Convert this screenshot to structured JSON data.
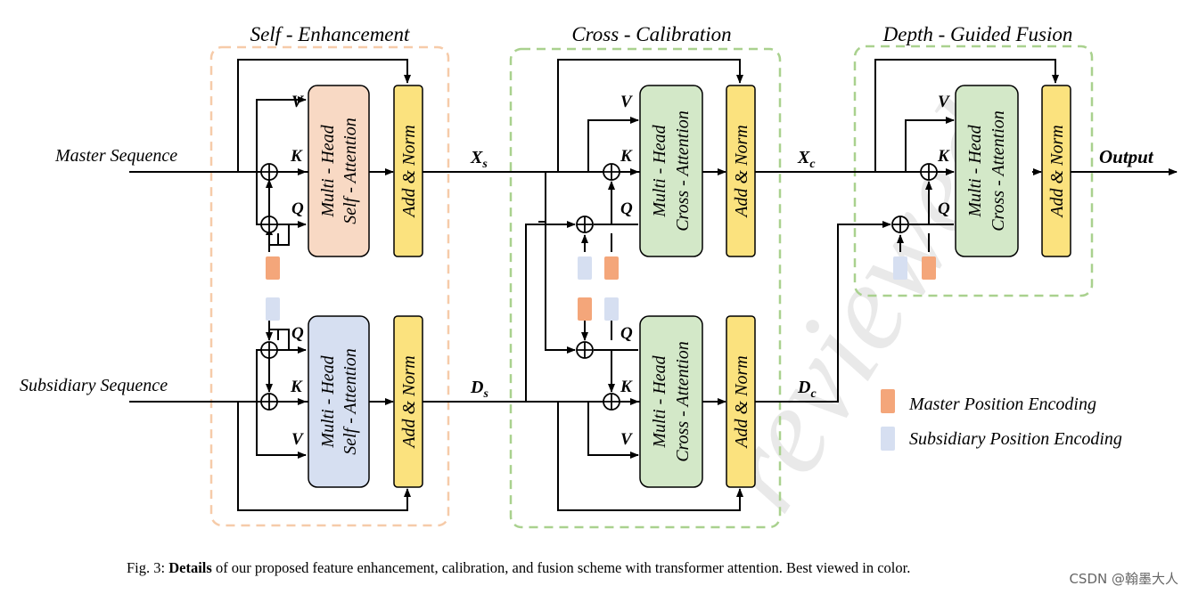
{
  "sections": {
    "self_enhancement": "Self  - Enhancement",
    "cross_calibration": "Cross - Calibration",
    "depth_guided_fusion": "Depth - Guided Fusion"
  },
  "inputs": {
    "master": "Master Sequence",
    "subsidiary": "Subsidiary Sequence"
  },
  "signals": {
    "xs_main": "X",
    "xs_sub": "s",
    "xc_main": "X",
    "xc_sub": "c",
    "ds_main": "D",
    "ds_sub": "s",
    "dc_main": "D",
    "dc_sub": "c",
    "output": "Output"
  },
  "qkv": {
    "q": "Q",
    "k": "K",
    "v": "V"
  },
  "blocks": {
    "self_attn_line1": "Multi - Head",
    "self_attn_line2": "Self - Attention",
    "cross_attn_line1": "Multi - Head",
    "cross_attn_line2": "Cross - Attention",
    "add_norm": "Add & Norm"
  },
  "legend": {
    "master_pe": "Master Position Encoding",
    "subsidiary_pe": "Subsidiary Position Encoding"
  },
  "caption": {
    "prefix": "Fig. 3: ",
    "bold": "Details",
    "rest": " of our proposed feature enhancement, calibration, and fusion scheme with transformer attention. Best viewed in color."
  },
  "watermarks": {
    "diagonal": "reviewed",
    "corner": "CSDN @翰墨大人"
  },
  "colors": {
    "self_attn_fill": "#f8d9c4",
    "self_attn_sub_fill": "#d6dff1",
    "cross_attn_fill": "#d3e8c8",
    "add_norm_fill": "#fbe27e",
    "master_pe": "#f4a67a",
    "subsidiary_pe": "#d6dff1",
    "self_frame": "#f6cba9",
    "green_frame": "#a9d18e"
  }
}
